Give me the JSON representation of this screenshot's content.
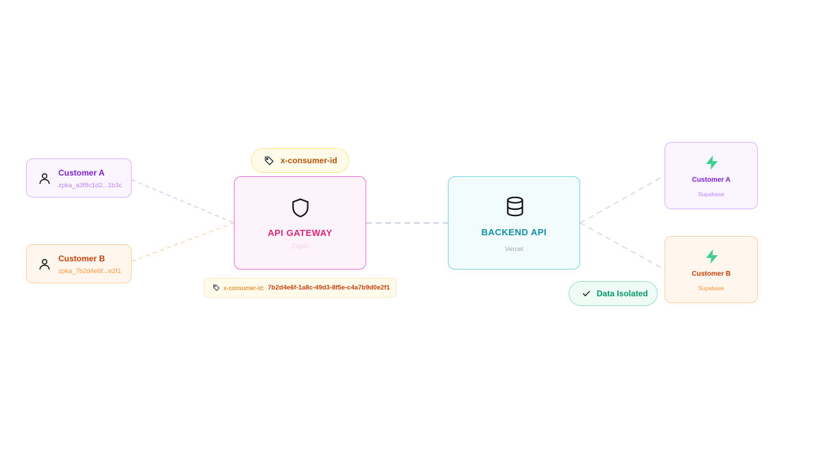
{
  "customers": [
    {
      "name": "Customer A",
      "key": "zpka_a3f8c1d2...1b3c",
      "icon": "user-icon"
    },
    {
      "name": "Customer B",
      "key": "zpka_7b2d4e6f...e2f1",
      "icon": "user-icon"
    }
  ],
  "header_pill": {
    "label": "x-consumer-id",
    "icon": "tag-icon"
  },
  "gateway": {
    "title": "API GATEWAY",
    "subtitle": "Zuplo",
    "icon": "shield-icon"
  },
  "consumer_id": {
    "label": "x-consumer-id:",
    "value": "7b2d4e6f-1a8c-49d3-8f5e-c4a7b9d0e2f1",
    "icon": "tag-icon"
  },
  "backend": {
    "title": "BACKEND API",
    "subtitle": "Vercel",
    "icon": "database-icon"
  },
  "databases": [
    {
      "name": "Customer A",
      "sub": "Supabase",
      "icon": "bolt-icon"
    },
    {
      "name": "Customer B",
      "sub": "Supabase",
      "icon": "bolt-icon"
    }
  ],
  "isolation_pill": {
    "label": "Data Isolated",
    "icon": "check-icon"
  },
  "colors": {
    "purple": "#7e22ce",
    "orange": "#c2410c",
    "pink": "#db2777",
    "cyan": "#0e8fa6",
    "green": "#059669",
    "supabase": "#3ecf8e"
  }
}
